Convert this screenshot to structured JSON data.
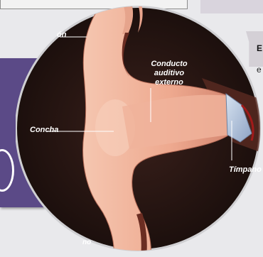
{
  "background": {
    "right_heading_fragment": "E",
    "right_text_fragment": "e"
  },
  "diagram": {
    "labels": {
      "helix": "ón",
      "concha": "Concha",
      "canal_line1": "Conducto",
      "canal_line2": "auditivo",
      "canal_line3": "externo",
      "tympanum": "Tímpano",
      "bottom": "no"
    },
    "colors": {
      "circle_bg": "#241411",
      "ear_flesh": "#f2b79e",
      "ear_shadow": "#c9806a",
      "eardrum": "#b7c7dd",
      "accent_red": "#a11a1a",
      "purple_panel": "#5b4a87"
    }
  }
}
